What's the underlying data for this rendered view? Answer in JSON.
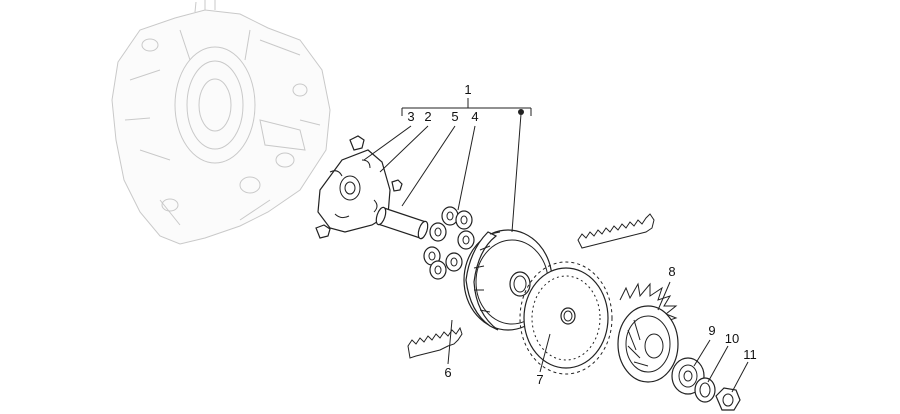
{
  "diagram": {
    "callouts": [
      {
        "id": "c1",
        "label": "1"
      },
      {
        "id": "c2",
        "label": "2"
      },
      {
        "id": "c3",
        "label": "3"
      },
      {
        "id": "c4",
        "label": "4"
      },
      {
        "id": "c5",
        "label": "5"
      },
      {
        "id": "c6",
        "label": "6"
      },
      {
        "id": "c7",
        "label": "7"
      },
      {
        "id": "c8",
        "label": "8"
      },
      {
        "id": "c9",
        "label": "9"
      },
      {
        "id": "c10",
        "label": "10"
      },
      {
        "id": "c11",
        "label": "11"
      }
    ],
    "colors": {
      "line": "#222222",
      "ghost": "#c9c9c9",
      "background": "#ffffff"
    }
  }
}
